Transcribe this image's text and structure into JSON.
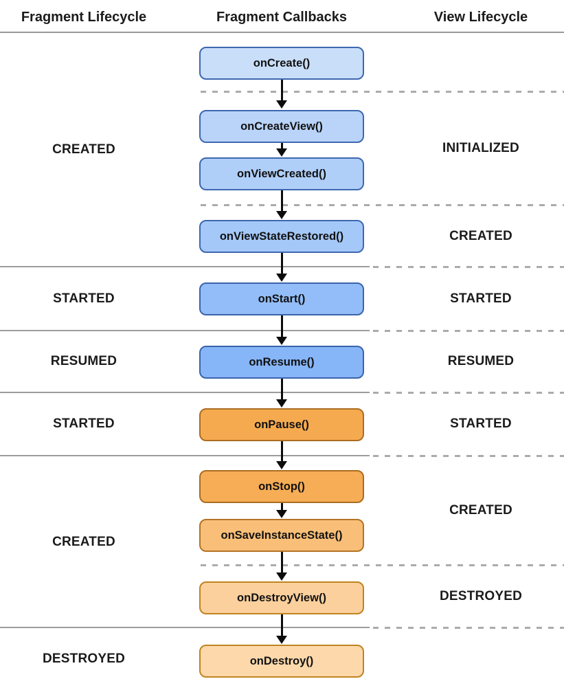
{
  "title": "Fragment lifecycle diagram",
  "header": {
    "columns": [
      {
        "label": "Fragment Lifecycle"
      },
      {
        "label": "Fragment Callbacks"
      },
      {
        "label": "View Lifecycle"
      }
    ]
  },
  "fragment_states": [
    {
      "label": "CREATED"
    },
    {
      "label": "STARTED"
    },
    {
      "label": "RESUMED"
    },
    {
      "label": "STARTED"
    },
    {
      "label": "CREATED"
    },
    {
      "label": "DESTROYED"
    }
  ],
  "view_states": [
    {
      "label": "INITIALIZED"
    },
    {
      "label": "CREATED"
    },
    {
      "label": "STARTED"
    },
    {
      "label": "RESUMED"
    },
    {
      "label": "STARTED"
    },
    {
      "label": "CREATED"
    },
    {
      "label": "DESTROYED"
    }
  ],
  "callbacks": [
    {
      "label": "onCreate()",
      "fill": "#c9def9",
      "border": "#3d67b0"
    },
    {
      "label": "onCreateView()",
      "fill": "#b9d4f8",
      "border": "#3d67b0"
    },
    {
      "label": "onViewCreated()",
      "fill": "#b0cff8",
      "border": "#3d67b0"
    },
    {
      "label": "onViewStateRestored()",
      "fill": "#a4c8f8",
      "border": "#3d67b0"
    },
    {
      "label": "onStart()",
      "fill": "#92bdf8",
      "border": "#3b63a9"
    },
    {
      "label": "onResume()",
      "fill": "#86b5f8",
      "border": "#3b63a9"
    },
    {
      "label": "onPause()",
      "fill": "#f6aa4f",
      "border": "#a96d22"
    },
    {
      "label": "onStop()",
      "fill": "#f6ad55",
      "border": "#a96d22"
    },
    {
      "label": "onSaveInstanceState()",
      "fill": "#f9bf78",
      "border": "#b27426"
    },
    {
      "label": "onDestroyView()",
      "fill": "#fbd09c",
      "border": "#c0831f"
    },
    {
      "label": "onDestroy()",
      "fill": "#fcd8ab",
      "border": "#c0831f"
    }
  ],
  "colors": {
    "background": "#ffffff",
    "text": "#1b1b1b",
    "arrow": "#0c0c0c",
    "solid_separator": "#9c9c9c",
    "dashed_separator": "#ababab",
    "header_rule": "#999999"
  }
}
